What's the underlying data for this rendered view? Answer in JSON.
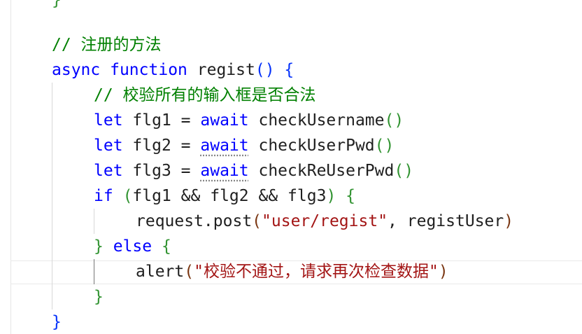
{
  "editor": {
    "lines": {
      "top_brace": "}",
      "comment_register": "// 注册的方法",
      "kw_async": "async",
      "kw_function": "function",
      "fn_name": "regist",
      "parens": "()",
      "open_brace": "{",
      "comment_validate": "// 校验所有的输入框是否合法",
      "kw_let": "let",
      "var_flg1": "flg1",
      "var_flg2": "flg2",
      "var_flg3": "flg3",
      "op_assign": "=",
      "kw_await": "await",
      "call_username": "checkUsername",
      "call_userpwd": "checkUserPwd",
      "call_reuserpwd": "checkReUserPwd",
      "kw_if": "if",
      "paren_open": "(",
      "paren_close": ")",
      "op_and": "&&",
      "request_post": "request.post",
      "str_url": "\"user/regist\"",
      "comma": ",",
      "arg_registUser": "registUser",
      "close_brace": "}",
      "kw_else": "else",
      "fn_alert": "alert",
      "str_alert": "\"校验不通过，请求再次检查数据\"",
      "bottom_brace": "}"
    }
  },
  "colors": {
    "keyword": "#0000ff",
    "comment": "#008000",
    "string": "#a31515",
    "text": "#1f1f1f"
  }
}
